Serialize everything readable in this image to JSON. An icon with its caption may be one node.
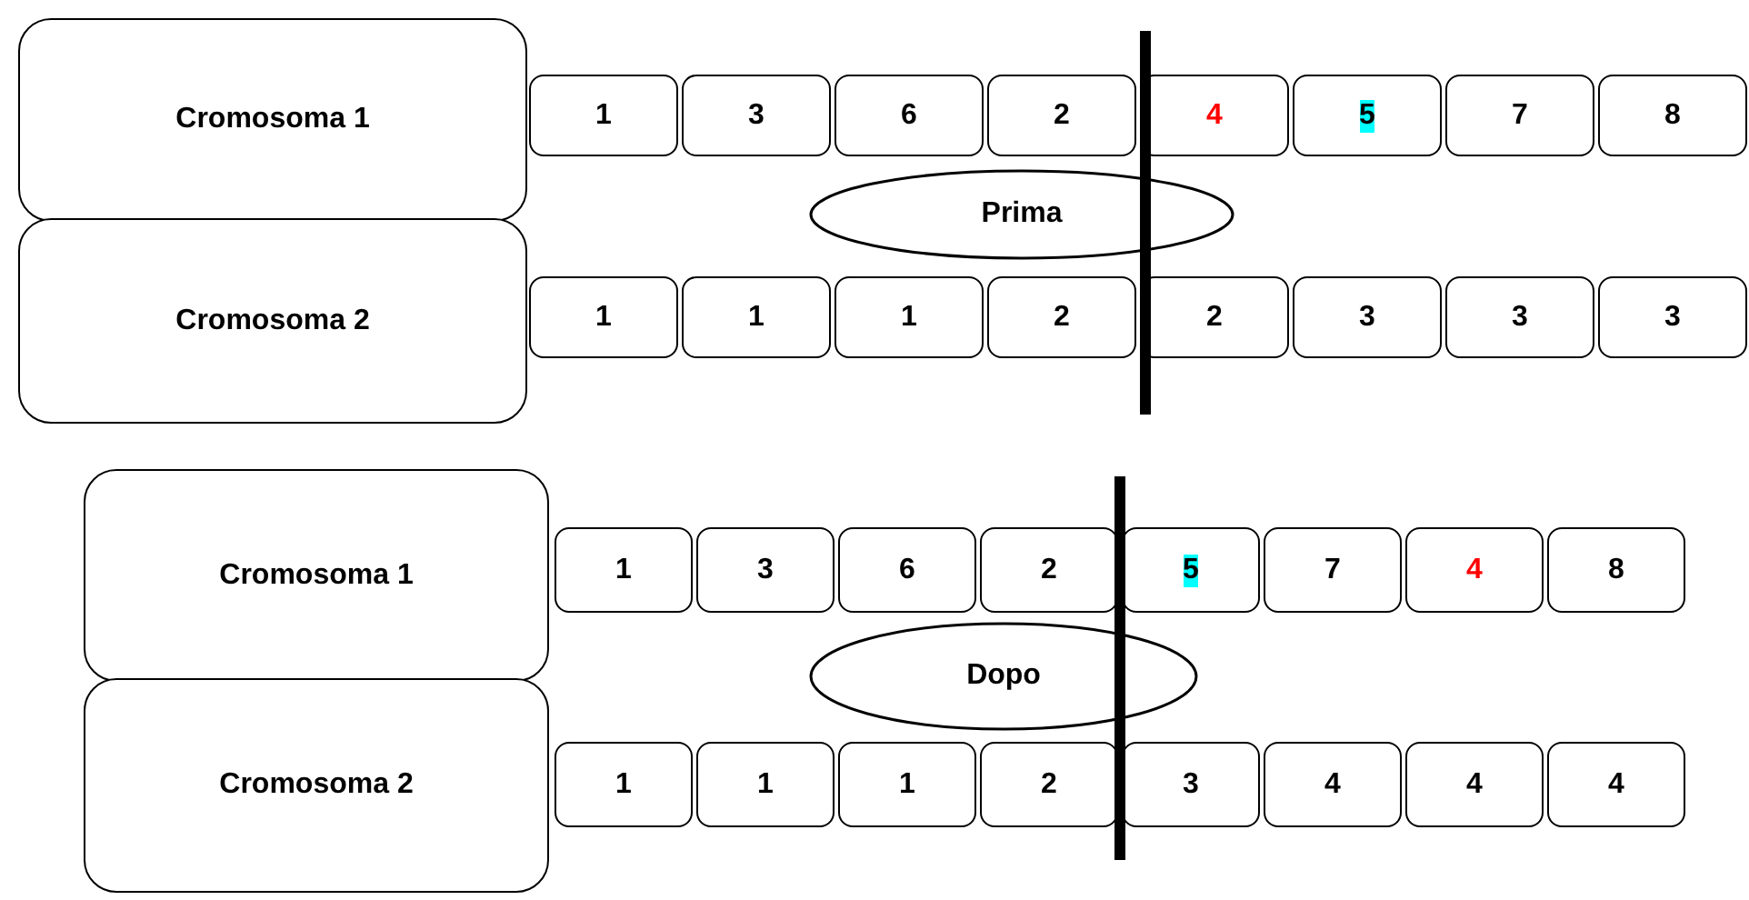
{
  "diagram": {
    "nodes": [
      {
        "text": [
          "Cromosoma 1"
        ]
      },
      {
        "text": [
          "1"
        ]
      },
      {
        "text": [
          "3"
        ]
      },
      {
        "text": [
          "6"
        ]
      },
      {
        "text": [
          "2"
        ]
      },
      {
        "text": [
          "4"
        ]
      },
      {
        "text": [
          "5"
        ]
      },
      {
        "text": [
          "7"
        ]
      },
      {
        "text": [
          "8"
        ]
      },
      {
        "text": [
          "Prima"
        ]
      },
      {
        "text": [
          "Cromosoma 2"
        ]
      },
      {
        "text": [
          "1"
        ]
      },
      {
        "text": [
          "1"
        ]
      },
      {
        "text": [
          "1"
        ]
      },
      {
        "text": [
          "2"
        ]
      },
      {
        "text": [
          "2"
        ]
      },
      {
        "text": [
          "3"
        ]
      },
      {
        "text": [
          "3"
        ]
      },
      {
        "text": [
          "3"
        ]
      },
      {
        "text": [
          "Cromosoma 1"
        ]
      },
      {
        "text": [
          "1"
        ]
      },
      {
        "text": [
          "3"
        ]
      },
      {
        "text": [
          "6"
        ]
      },
      {
        "text": [
          "2"
        ]
      },
      {
        "text": [
          "5"
        ]
      },
      {
        "text": [
          "7"
        ]
      },
      {
        "text": [
          "4"
        ]
      },
      {
        "text": [
          "8"
        ]
      },
      {
        "text": [
          "Dopo"
        ]
      },
      {
        "text": [
          "Cromosoma 2"
        ]
      },
      {
        "text": [
          "1"
        ]
      },
      {
        "text": [
          "1"
        ]
      },
      {
        "text": [
          "1"
        ]
      },
      {
        "text": [
          "2"
        ]
      },
      {
        "text": [
          "3"
        ]
      },
      {
        "text": [
          "4"
        ]
      },
      {
        "text": [
          "4"
        ]
      },
      {
        "text": [
          "4"
        ]
      }
    ]
  }
}
